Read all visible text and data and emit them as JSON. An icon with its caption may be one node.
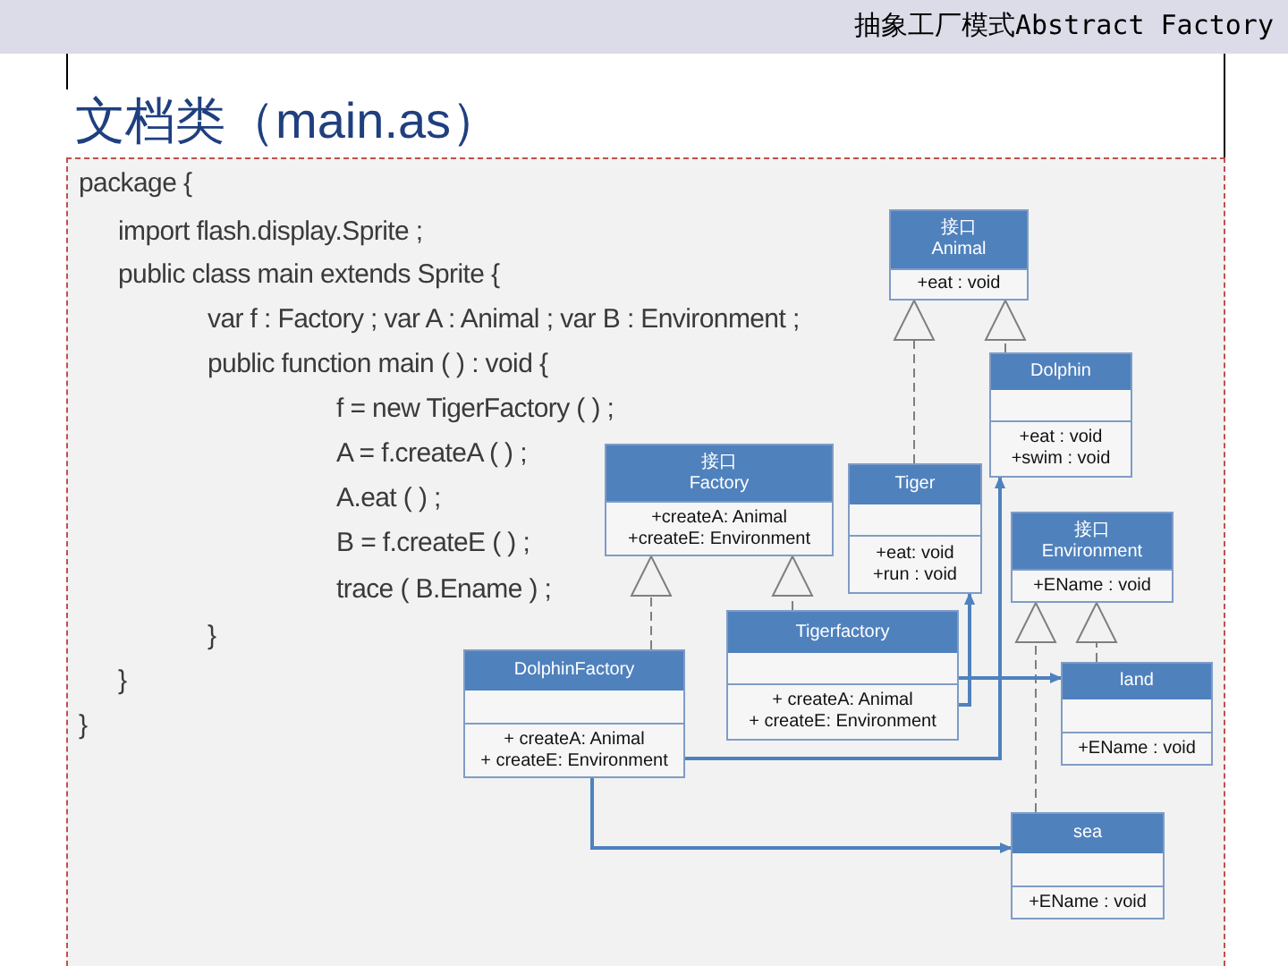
{
  "diagram": {
    "title": "抽象工厂模式Abstract Factory",
    "nodes": [
      {
        "text": [
          "文档类（main.as）",
          "package {",
          "import flash.display.Sprite ;",
          "public class main extends Sprite {",
          "var f : Factory ; var A : Animal ; var B : Environment ;",
          "public function main ( ) : void {",
          "f = new TigerFactory ( ) ;",
          "A = f.createA ( ) ;",
          "A.eat ( ) ;",
          "B = f.createE ( ) ;",
          "trace ( B.Ename ) ;",
          "}",
          "}",
          "}"
        ]
      },
      {
        "text": [
          "接口",
          "Animal",
          "+eat : void"
        ],
        "in": 0
      },
      {
        "text": [
          "Dolphin",
          "+eat : void",
          "+swim : void"
        ],
        "in": 0
      },
      {
        "text": [
          "接口",
          "Factory",
          "+createA: Animal",
          "+createE: Environment"
        ],
        "in": 0
      },
      {
        "text": [
          "Tiger",
          "+eat: void",
          "+run : void"
        ],
        "in": 0
      },
      {
        "text": [
          "接口",
          "Environment",
          "+EName : void"
        ],
        "in": 0
      },
      {
        "text": [
          "Tigerfactory",
          "+ createA: Animal",
          "+ createE: Environment"
        ],
        "in": 0
      },
      {
        "text": [
          "DolphinFactory",
          "+ createA: Animal",
          "+ createE: Environment"
        ],
        "in": 0
      },
      {
        "text": [
          "land",
          "+EName : void"
        ],
        "in": 0
      },
      {
        "text": [
          "sea",
          "+EName : void"
        ],
        "in": 0
      }
    ],
    "edges": [
      {
        "from": 4,
        "to": 1,
        "arrow": "to",
        "style": "dashed"
      },
      {
        "from": 2,
        "to": 1,
        "arrow": "to",
        "style": "dashed"
      },
      {
        "from": 7,
        "to": 3,
        "arrow": "to",
        "style": "dashed"
      },
      {
        "from": 6,
        "to": 3,
        "arrow": "to",
        "style": "dashed"
      },
      {
        "from": 8,
        "to": 5,
        "arrow": "to",
        "style": "dashed"
      },
      {
        "from": 9,
        "to": 5,
        "arrow": "to",
        "style": "dashed"
      },
      {
        "from": 6,
        "to": 4,
        "arrow": "to",
        "color": "#4f81bd"
      },
      {
        "from": 6,
        "to": 8,
        "arrow": "to",
        "color": "#4f81bd"
      },
      {
        "from": 7,
        "to": 2,
        "arrow": "to",
        "color": "#4f81bd"
      },
      {
        "from": 7,
        "to": 9,
        "arrow": "to",
        "color": "#4f81bd"
      }
    ]
  }
}
